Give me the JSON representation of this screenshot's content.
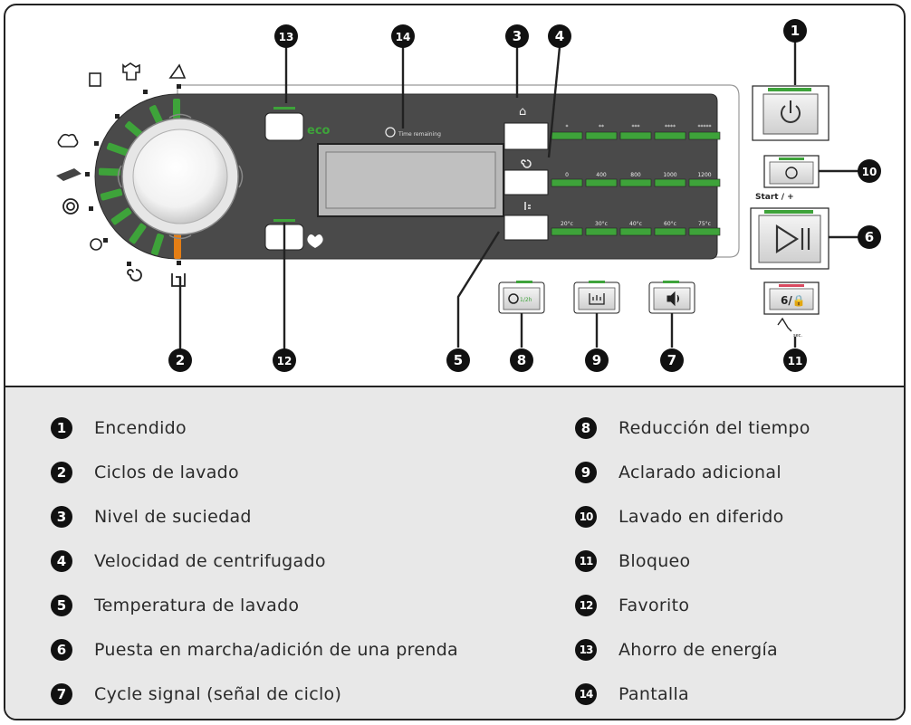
{
  "panel": {
    "eco_label": "eco",
    "time_label": "Time remaining",
    "start_label": "Start / +",
    "soil_levels": [
      "*",
      "**",
      "***",
      "****",
      "*****"
    ],
    "spin_speeds": [
      "0",
      "400",
      "800",
      "1000",
      "1200"
    ],
    "temperatures": [
      "20°c",
      "30°c",
      "40°c",
      "60°c",
      "75°c"
    ],
    "quick_label": "1/2h",
    "sec_label": "sec.",
    "colors": {
      "panel": "#4a4a4a",
      "led": "#3ea33a",
      "led_orange": "#e57e14",
      "led_red": "#d84a60"
    }
  },
  "callouts": [
    "1",
    "2",
    "3",
    "4",
    "5",
    "6",
    "7",
    "8",
    "9",
    "10",
    "11",
    "12",
    "13",
    "14"
  ],
  "legend": {
    "left": [
      {
        "num": "1",
        "text": "Encendido"
      },
      {
        "num": "2",
        "text": "Ciclos de lavado"
      },
      {
        "num": "3",
        "text": "Nivel de suciedad"
      },
      {
        "num": "4",
        "text": "Velocidad de centrifugado"
      },
      {
        "num": "5",
        "text": "Temperatura de lavado"
      },
      {
        "num": "6",
        "text": "Puesta en marcha/adición de una prenda"
      },
      {
        "num": "7",
        "text": "Cycle signal (señal de ciclo)"
      }
    ],
    "right": [
      {
        "num": "8",
        "text": "Reducción del tiempo"
      },
      {
        "num": "9",
        "text": "Aclarado adicional"
      },
      {
        "num": "10",
        "text": "Lavado en diferido"
      },
      {
        "num": "11",
        "text": "Bloqueo"
      },
      {
        "num": "12",
        "text": "Favorito"
      },
      {
        "num": "13",
        "text": "Ahorro de energía"
      },
      {
        "num": "14",
        "text": "Pantalla"
      }
    ]
  }
}
